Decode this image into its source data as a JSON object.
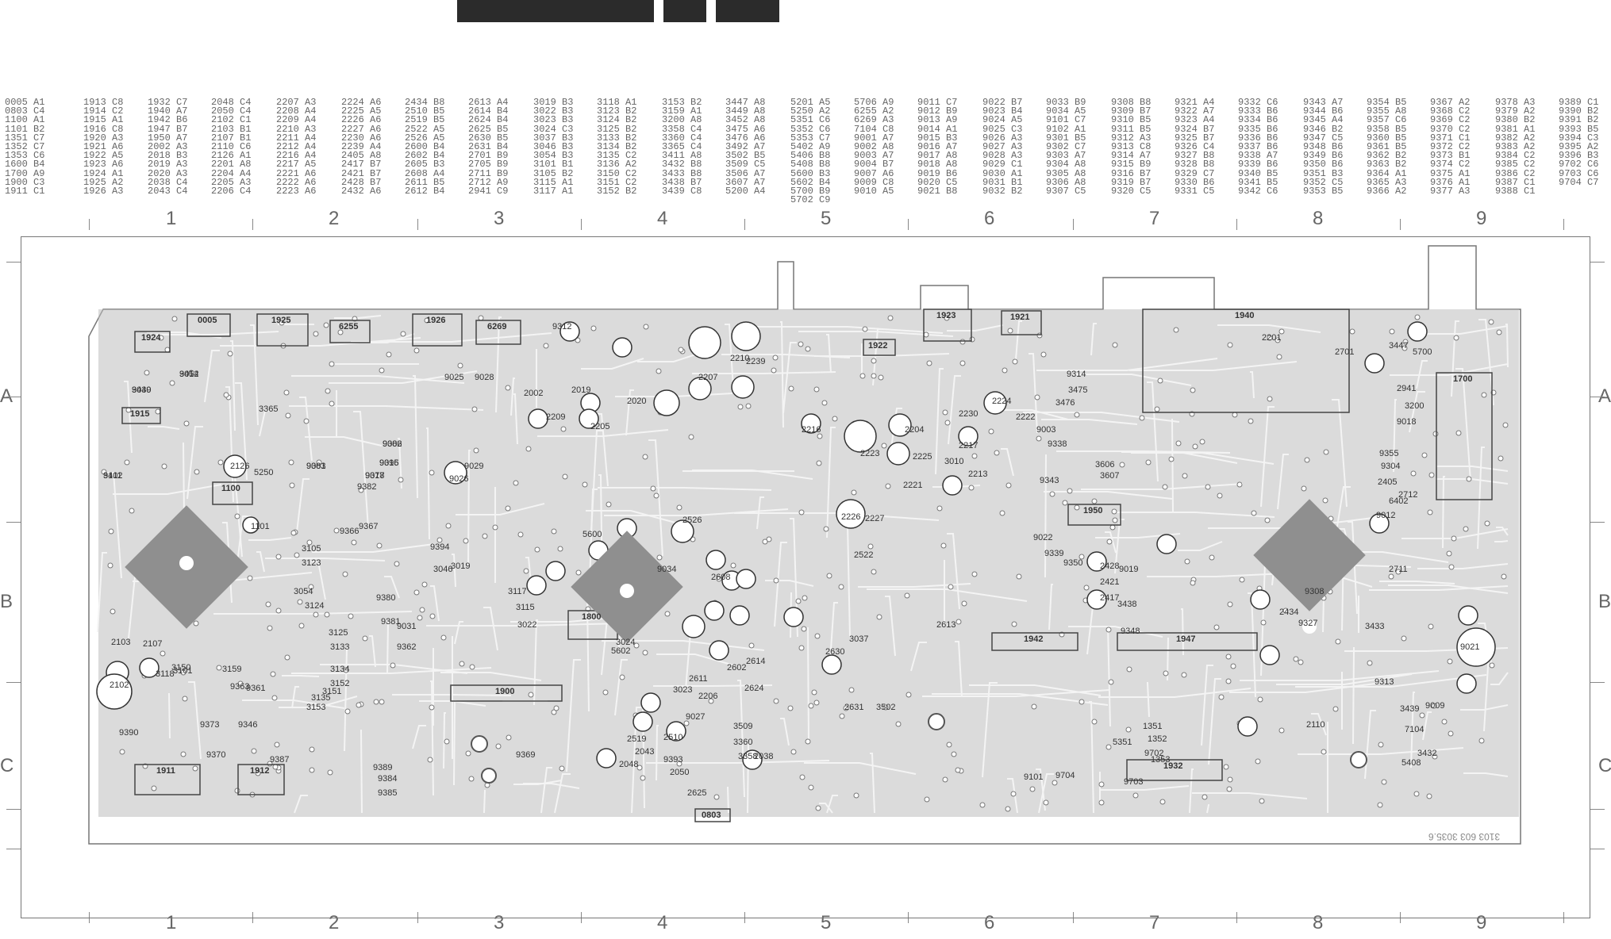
{
  "index_columns": [
    [
      "0005 A1",
      "0803 C4",
      "1100 A1",
      "1101 B2",
      "1351 C7",
      "1352 C7",
      "1353 C6",
      "1600 B4",
      "1700 A9",
      "1900 C3",
      "1911 C1"
    ],
    [
      "1913 C8",
      "1914 C2",
      "1915 A1",
      "1916 C8",
      "1920 A3",
      "1921 A6",
      "1922 A5",
      "1923 A6",
      "1924 A1",
      "1925 A2",
      "1926 A3"
    ],
    [
      "1932 C7",
      "1940 A7",
      "1942 B6",
      "1947 B7",
      "1950 A7",
      "2002 A3",
      "2018 B3",
      "2019 A3",
      "2020 A3",
      "2038 C4",
      "2043 C4"
    ],
    [
      "2048 C4",
      "2050 C4",
      "2102 C1",
      "2103 B1",
      "2107 B1",
      "2110 C6",
      "2126 A1",
      "2201 A8",
      "2204 A4",
      "2205 A3",
      "2206 C4"
    ],
    [
      "2207 A3",
      "2208 A4",
      "2209 A4",
      "2210 A3",
      "2211 A4",
      "2212 A4",
      "2216 A4",
      "2217 A5",
      "2221 A6",
      "2222 A6",
      "2223 A6"
    ],
    [
      "2224 A6",
      "2225 A5",
      "2226 A6",
      "2227 A6",
      "2230 A6",
      "2239 A4",
      "2405 A8",
      "2417 B7",
      "2421 B7",
      "2428 B7",
      "2432 A6"
    ],
    [
      "2434 B8",
      "2510 B5",
      "2519 B5",
      "2522 A5",
      "2526 A5",
      "2600 B4",
      "2602 B4",
      "2605 B3",
      "2608 A4",
      "2611 B5",
      "2612 B4"
    ],
    [
      "2613 A4",
      "2614 B4",
      "2624 B4",
      "2625 B5",
      "2630 B5",
      "2631 B4",
      "2701 B9",
      "2705 B9",
      "2711 B9",
      "2712 A9",
      "2941 C9"
    ],
    [
      "3019 B3",
      "3022 B3",
      "3023 B3",
      "3024 C3",
      "3037 B3",
      "3046 B3",
      "3054 B3",
      "3101 B1",
      "3105 B2",
      "3115 A1",
      "3117 A1"
    ],
    [
      "3118 A1",
      "3123 B2",
      "3124 B2",
      "3125 B2",
      "3133 B2",
      "3134 B2",
      "3135 C2",
      "3136 A2",
      "3150 C2",
      "3151 C2",
      "3152 B2"
    ],
    [
      "3153 B2",
      "3159 A1",
      "3200 A8",
      "3358 C4",
      "3360 C4",
      "3365 C4",
      "3411 A8",
      "3432 B8",
      "3433 B8",
      "3438 B7",
      "3439 C8"
    ],
    [
      "3447 A8",
      "3449 A8",
      "3452 A8",
      "3475 A6",
      "3476 A6",
      "3492 A7",
      "3502 B5",
      "3509 C5",
      "3506 A7",
      "3607 A7",
      "5200 A4"
    ],
    [
      "5201 A5",
      "5250 A2",
      "5351 C6",
      "5352 C6",
      "5353 C7",
      "5402 A9",
      "5406 B8",
      "5408 B8",
      "5600 B3",
      "5602 B4",
      "5700 B9",
      "5702 C9"
    ],
    [
      "5706 A9",
      "6255 A2",
      "6269 A3",
      "7104 C8",
      "9001 A7",
      "9002 A8",
      "9003 A7",
      "9004 B7",
      "9007 A6",
      "9009 C8",
      "9010 A5"
    ],
    [
      "9011 C7",
      "9012 B9",
      "9013 A9",
      "9014 A1",
      "9015 B3",
      "9016 A7",
      "9017 A8",
      "9018 A8",
      "9019 B6",
      "9020 C5",
      "9021 B8"
    ],
    [
      "9022 B7",
      "9023 B4",
      "9024 A5",
      "9025 C3",
      "9026 A3",
      "9027 A3",
      "9028 A3",
      "9029 C1",
      "9030 A1",
      "9031 B1",
      "9032 B2"
    ],
    [
      "9033 B9",
      "9034 A5",
      "9101 C7",
      "9102 A1",
      "9301 B5",
      "9302 C7",
      "9303 A7",
      "9304 A8",
      "9305 A8",
      "9306 A8",
      "9307 C5"
    ],
    [
      "9308 B8",
      "9309 B7",
      "9310 B5",
      "9311 B5",
      "9312 A3",
      "9313 C8",
      "9314 A7",
      "9315 B9",
      "9316 B7",
      "9319 B7",
      "9320 C5"
    ],
    [
      "9321 A4",
      "9322 A7",
      "9323 A4",
      "9324 B7",
      "9325 B7",
      "9326 C4",
      "9327 B8",
      "9328 B8",
      "9329 C7",
      "9330 B6",
      "9331 C5"
    ],
    [
      "9332 C6",
      "9333 B6",
      "9334 B6",
      "9335 B6",
      "9336 B6",
      "9337 B6",
      "9338 A7",
      "9339 B6",
      "9340 B5",
      "9341 B5",
      "9342 C6"
    ],
    [
      "9343 A7",
      "9344 B6",
      "9345 A4",
      "9346 B2",
      "9347 C5",
      "9348 B6",
      "9349 B6",
      "9350 B6",
      "9351 B3",
      "9352 C5",
      "9353 B5"
    ],
    [
      "9354 B5",
      "9355 A8",
      "9357 C6",
      "9358 B5",
      "9360 B5",
      "9361 B5",
      "9362 B2",
      "9363 B2",
      "9364 A1",
      "9365 A3",
      "9366 A2"
    ],
    [
      "9367 A2",
      "9368 C2",
      "9369 C2",
      "9370 C2",
      "9371 C1",
      "9372 C2",
      "9373 B1",
      "9374 C2",
      "9375 A1",
      "9376 A1",
      "9377 A3"
    ],
    [
      "9378 A3",
      "9379 A2",
      "9380 B2",
      "9381 A1",
      "9382 A2",
      "9383 A2",
      "9384 C2",
      "9385 C2",
      "9386 C2",
      "9387 C1",
      "9388 C1"
    ],
    [
      "9389 C1",
      "9390 B2",
      "9391 B2",
      "9393 B5",
      "9394 C3",
      "9395 A2",
      "9396 B3",
      "9702 C6",
      "9703 C6",
      "9704 C7"
    ]
  ],
  "grid": {
    "columns": [
      "1",
      "2",
      "3",
      "4",
      "5",
      "6",
      "7",
      "8",
      "9"
    ],
    "rows": [
      "A",
      "B",
      "C"
    ]
  },
  "board": {
    "ref": "3103 603 3035.6",
    "connectors": [
      "0005",
      "1925",
      "1926",
      "6255",
      "6269",
      "1923",
      "1922",
      "1921",
      "1940",
      "1950",
      "1942",
      "1947",
      "1932",
      "1911",
      "1912",
      "1900",
      "1800",
      "0803",
      "1100",
      "1924",
      "1915",
      "1700"
    ],
    "labels": [
      "9014",
      "9030",
      "9102",
      "9383",
      "9386",
      "9395",
      "9378",
      "9382",
      "9367",
      "9366",
      "9380",
      "9381",
      "9031",
      "9362",
      "9363",
      "9361",
      "9346",
      "9390",
      "9373",
      "9387",
      "9389",
      "9384",
      "9385",
      "9370",
      "9369",
      "9029",
      "9025",
      "9028",
      "9026",
      "9312",
      "2002",
      "2019",
      "2020",
      "2207",
      "2205",
      "2209",
      "2210",
      "2239",
      "2216",
      "2204",
      "2225",
      "3010",
      "2213",
      "2217",
      "2222",
      "2224",
      "2223",
      "2227",
      "2221",
      "2230",
      "2226",
      "2522",
      "2526",
      "9034",
      "2608",
      "2613",
      "2614",
      "2602",
      "2611",
      "2630",
      "2631",
      "2624",
      "2625",
      "2510",
      "2519",
      "2043",
      "2048",
      "2050",
      "2038",
      "2206",
      "9027",
      "9393",
      "9394",
      "3019",
      "3046",
      "3054",
      "3105",
      "3123",
      "3124",
      "3125",
      "3133",
      "3134",
      "3152",
      "3153",
      "3135",
      "3151",
      "3150",
      "3101",
      "3159",
      "3118",
      "3117",
      "3115",
      "3022",
      "3023",
      "3024",
      "3037",
      "3502",
      "3509",
      "3360",
      "3358",
      "3365",
      "5250",
      "5600",
      "5602",
      "2103",
      "2107",
      "2102",
      "2126",
      "1101",
      "9314",
      "3475",
      "3476",
      "9003",
      "9338",
      "3606",
      "3607",
      "9343",
      "9022",
      "9339",
      "9350",
      "2428",
      "2421",
      "2417",
      "3438",
      "9019",
      "9348",
      "2201",
      "2712",
      "3447",
      "3200",
      "9018",
      "9355",
      "9304",
      "2405",
      "6402",
      "9012",
      "2711",
      "2701",
      "5700",
      "2941",
      "9021",
      "2434",
      "3433",
      "3432",
      "5408",
      "9308",
      "9327",
      "9313",
      "3439",
      "9009",
      "7104",
      "2110",
      "1351",
      "1352",
      "1353",
      "5351",
      "9702",
      "9703",
      "9704",
      "9101",
      "3452",
      "3449",
      "3411",
      "9001",
      "9002",
      "9016",
      "9017"
    ]
  }
}
